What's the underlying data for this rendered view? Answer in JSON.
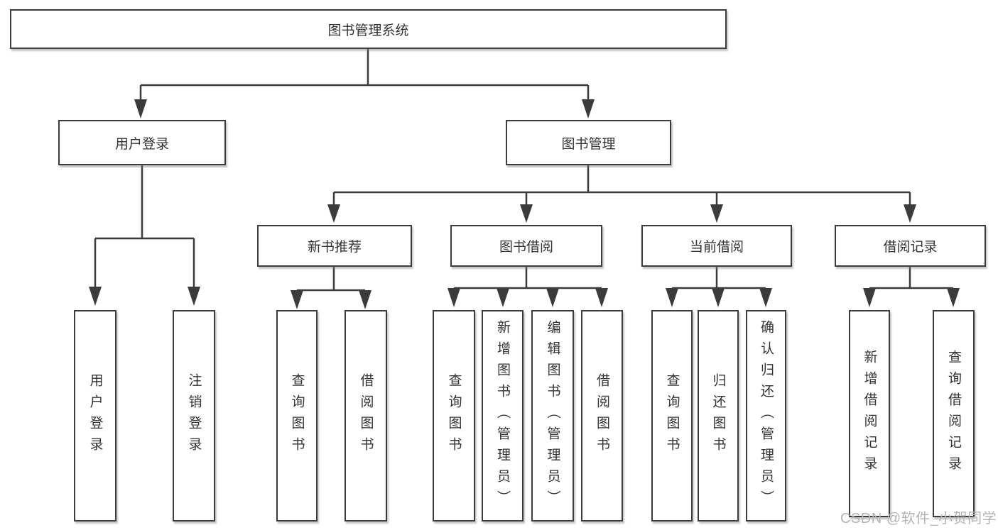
{
  "tree": {
    "root": {
      "label": "图书管理系统"
    },
    "children": [
      {
        "label": "用户登录",
        "children": [
          {
            "label": "用户登录"
          },
          {
            "label": "注销登录"
          }
        ]
      },
      {
        "label": "图书管理",
        "children": [
          {
            "label": "新书推荐",
            "children": [
              {
                "label": "查询图书"
              },
              {
                "label": "借阅图书"
              }
            ]
          },
          {
            "label": "图书借阅",
            "children": [
              {
                "label": "查询图书"
              },
              {
                "label": "新增图书（管理员）"
              },
              {
                "label": "编辑图书（管理员）"
              },
              {
                "label": "借阅图书"
              }
            ]
          },
          {
            "label": "当前借阅",
            "children": [
              {
                "label": "查询图书"
              },
              {
                "label": "归还图书"
              },
              {
                "label": "确认归还（管理员）"
              }
            ]
          },
          {
            "label": "借阅记录",
            "children": [
              {
                "label": "新增借阅记录"
              },
              {
                "label": "查询借阅记录"
              }
            ]
          }
        ]
      }
    ]
  },
  "colors": {
    "line": "#3b3b3b",
    "box_border": "#3c3c3c",
    "text": "#333333",
    "watermark": "#b5b5b5"
  },
  "watermark": {
    "text": "CSDN @软件_小贺同学"
  }
}
